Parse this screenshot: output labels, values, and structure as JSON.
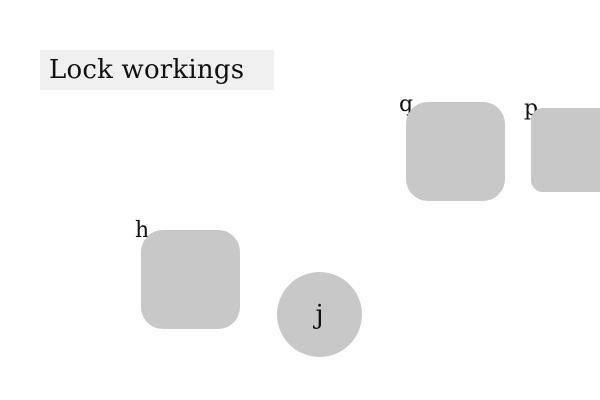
{
  "title": "Lock workings",
  "items": {
    "q": {
      "label": "q",
      "shape": "rounded-square",
      "color": "#c8c8c8"
    },
    "p": {
      "label": "p",
      "shape": "rounded-square",
      "color": "#c8c8c8"
    },
    "h": {
      "label": "h",
      "shape": "rounded-square",
      "color": "#c8c8c8"
    },
    "j": {
      "label": "j",
      "shape": "circle",
      "color": "#c8c8c8"
    }
  }
}
